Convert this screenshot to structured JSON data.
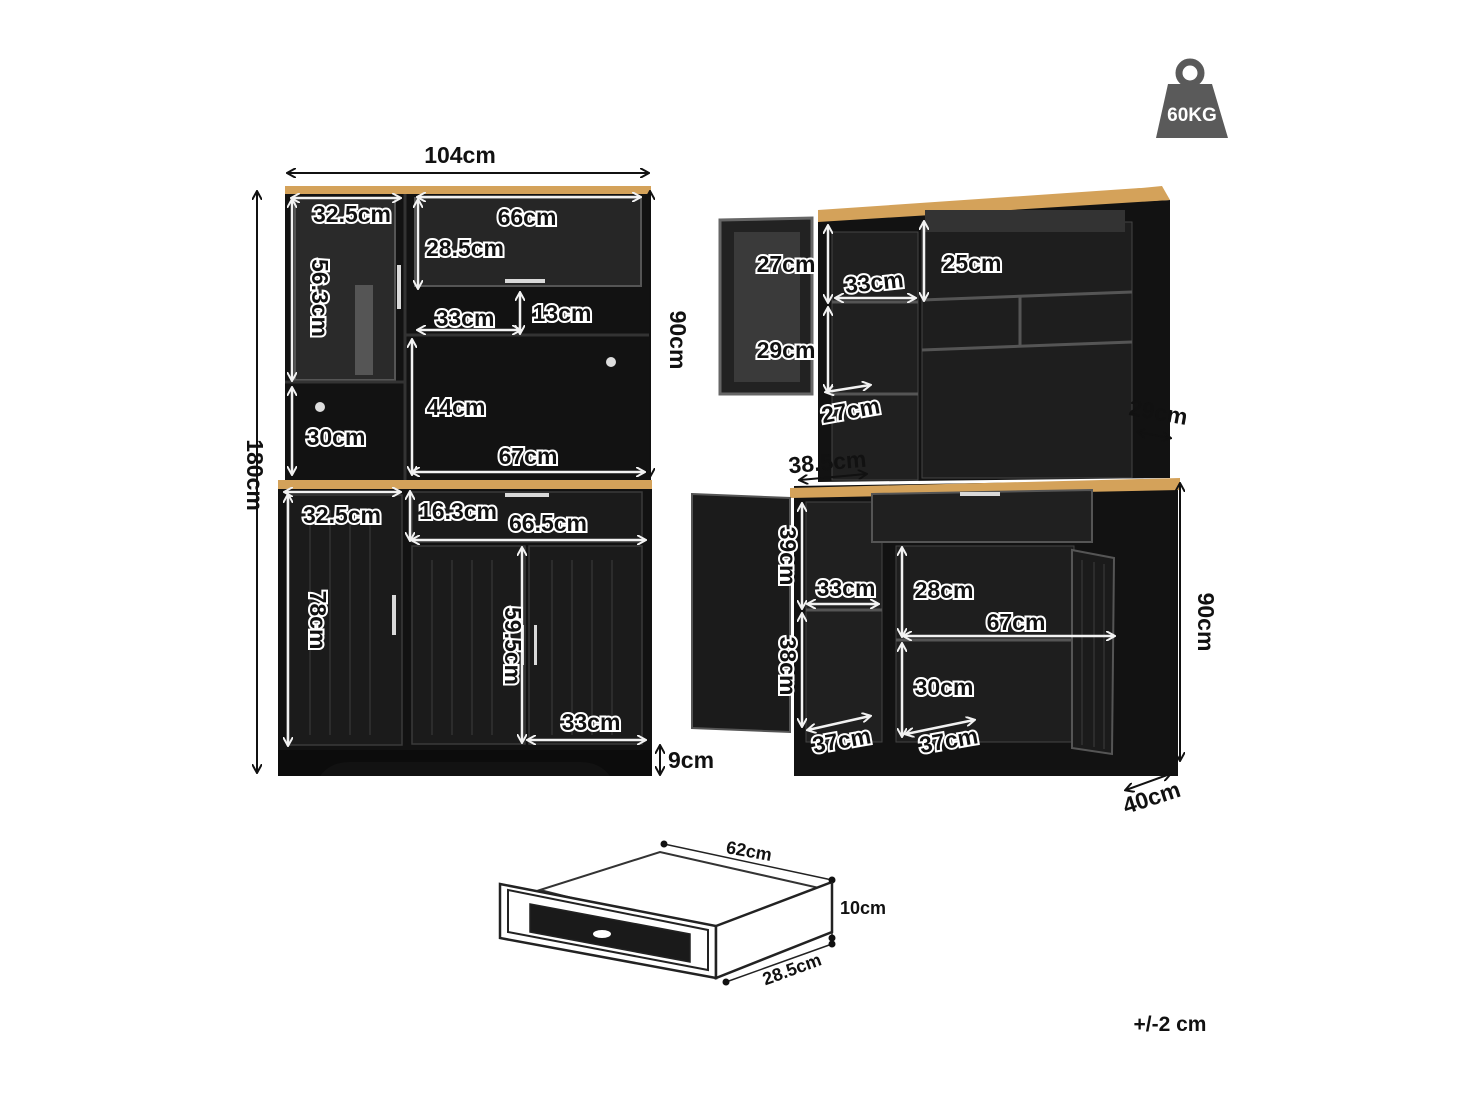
{
  "weight_badge": {
    "label": "60KG"
  },
  "front_view": {
    "total_width": "104cm",
    "total_height": "180cm",
    "upper_height": "90cm",
    "leg_height": "9cm",
    "upper_left_door_width": "32.5cm",
    "upper_left_door_height": "56.3cm",
    "upper_left_bottom_height": "30cm",
    "upper_top_right_width": "66cm",
    "upper_top_right_height": "28.5cm",
    "upper_mid_width": "33cm",
    "upper_mid_height": "13cm",
    "upper_lower_height": "44cm",
    "upper_lower_width": "67cm",
    "lower_left_width": "32.5cm",
    "lower_left_height": "78cm",
    "drawer_height": "16.3cm",
    "drawer_width": "66.5cm",
    "lower_door_height": "59.5cm",
    "lower_door_width": "33cm"
  },
  "side_view": {
    "upper_door_top_height": "27cm",
    "upper_door_bottom_height": "29cm",
    "upper_left_shelf_width": "33cm",
    "upper_right_top_height": "25cm",
    "upper_left_depth": "27cm",
    "upper_depth": "29cm",
    "upper_width_label": "38.5cm",
    "lower_height": "90cm",
    "lower_left_top_height": "39cm",
    "lower_left_bottom_height": "38cm",
    "lower_left_width": "33cm",
    "lower_right_top_height": "28cm",
    "lower_right_bottom_height": "30cm",
    "lower_right_width": "67cm",
    "lower_left_depth": "37cm",
    "lower_right_depth": "37cm",
    "total_depth": "40cm"
  },
  "drawer_view": {
    "width": "62cm",
    "height": "10cm",
    "depth": "28.5cm"
  },
  "tolerance": "+/-2 cm",
  "colors": {
    "cabinet": "#121212",
    "wood": "#d4a25a",
    "badge": "#5a5a5a"
  }
}
